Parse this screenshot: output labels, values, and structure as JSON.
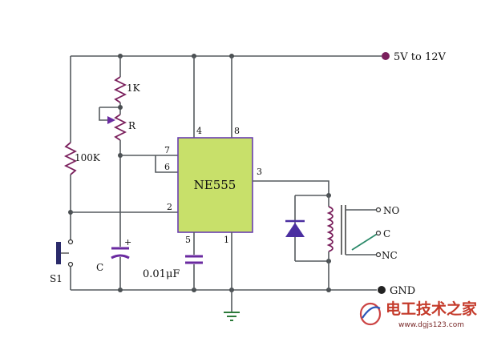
{
  "supply_label": "5V to 12V",
  "ground_label": "GND",
  "ic": {
    "name": "NE555",
    "pins": {
      "p1": "1",
      "p2": "2",
      "p3": "3",
      "p4": "4",
      "p5": "5",
      "p6": "6",
      "p7": "7",
      "p8": "8"
    },
    "color": "#c8e06a"
  },
  "components": {
    "r1": "1K",
    "pot": "R",
    "r2": "100K",
    "cap_timing": "C",
    "cap_timing_polarity": "+",
    "cap_control": "0.01μF",
    "switch": "S1"
  },
  "relay": {
    "no": "NO",
    "c": "C",
    "nc": "NC"
  },
  "watermark": {
    "text": "电工技术之家",
    "url": "www.dgjs123.com"
  },
  "colors": {
    "wire": "#555a5e",
    "component": "#7a1f5c",
    "ic_fill": "#c8e06a",
    "ic_border": "#6a3fb0",
    "diode": "#4b2fa0"
  }
}
